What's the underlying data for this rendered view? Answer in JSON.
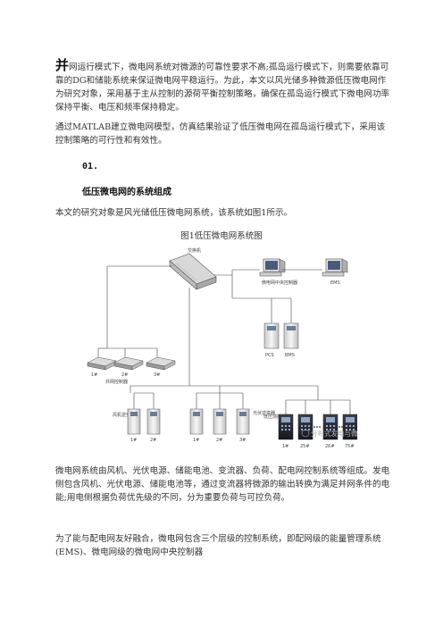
{
  "paragraphs": {
    "intro_dropcap": "并",
    "intro_rest": "网运行模式下，微电网系统对微源的可靠性要求不高;孤岛运行模式下，则需要依靠可靠的DG和储能系统来保证微电网平稳运行。为此，本文以风光储多种微源低压微电网作为研究对象，采用基于主从控制的源荷平衡控制策略，确保在孤岛运行模式下微电网功率保持平衡、电压和频率保持稳定。",
    "matlab": "通过MATLAB建立微电网模型，仿真结果验证了低压微电网在孤岛运行模式下，采用该控制策略的可行性和有效性。",
    "section_number": "01.",
    "section_title": "低压微电网的系统组成",
    "objective": "本文的研究对象是风光储低压微电网系统，该系统如图1所示。",
    "figure_caption": "图1低压微电网系统图",
    "body1": "微电网系统由风机、光伏电源、储能电池、变流器、负荷、配电网控制系统等组成。发电侧包含风机、光伏电源、储能电池等，通过变流器将微源的输出转换为满足并网条件的电能;用电侧根据负荷优先级的不同，分为重要负荷与可控负荷。",
    "body2": "为了能与配电网友好融合，微电网包含三个层级的控制系统，即配网级的能量管理系统(EMS)、微电网级的微电网中央控制器"
  },
  "diagram": {
    "switch": "交换机",
    "central_controller": "微电网中央控制器",
    "ems": "EMS",
    "pcs": "PCS",
    "bms": "BMS",
    "feeder_1": "1#",
    "feeder_2": "2#",
    "feeder_3": "3#",
    "feeder_group": "并网控制器",
    "wind_group": "风机逆变器",
    "wind_1": "1#",
    "wind_2": "2#",
    "pv_group": "光伏逆变器",
    "pv_1": "1#",
    "pv_2": "2#",
    "pv_3": "3#",
    "load_group": "低压测控装置",
    "load_1": "1#",
    "load_2": "25#",
    "load_3": "26#",
    "load_4": "75#",
    "watermark": "分布式发电与微电网"
  }
}
